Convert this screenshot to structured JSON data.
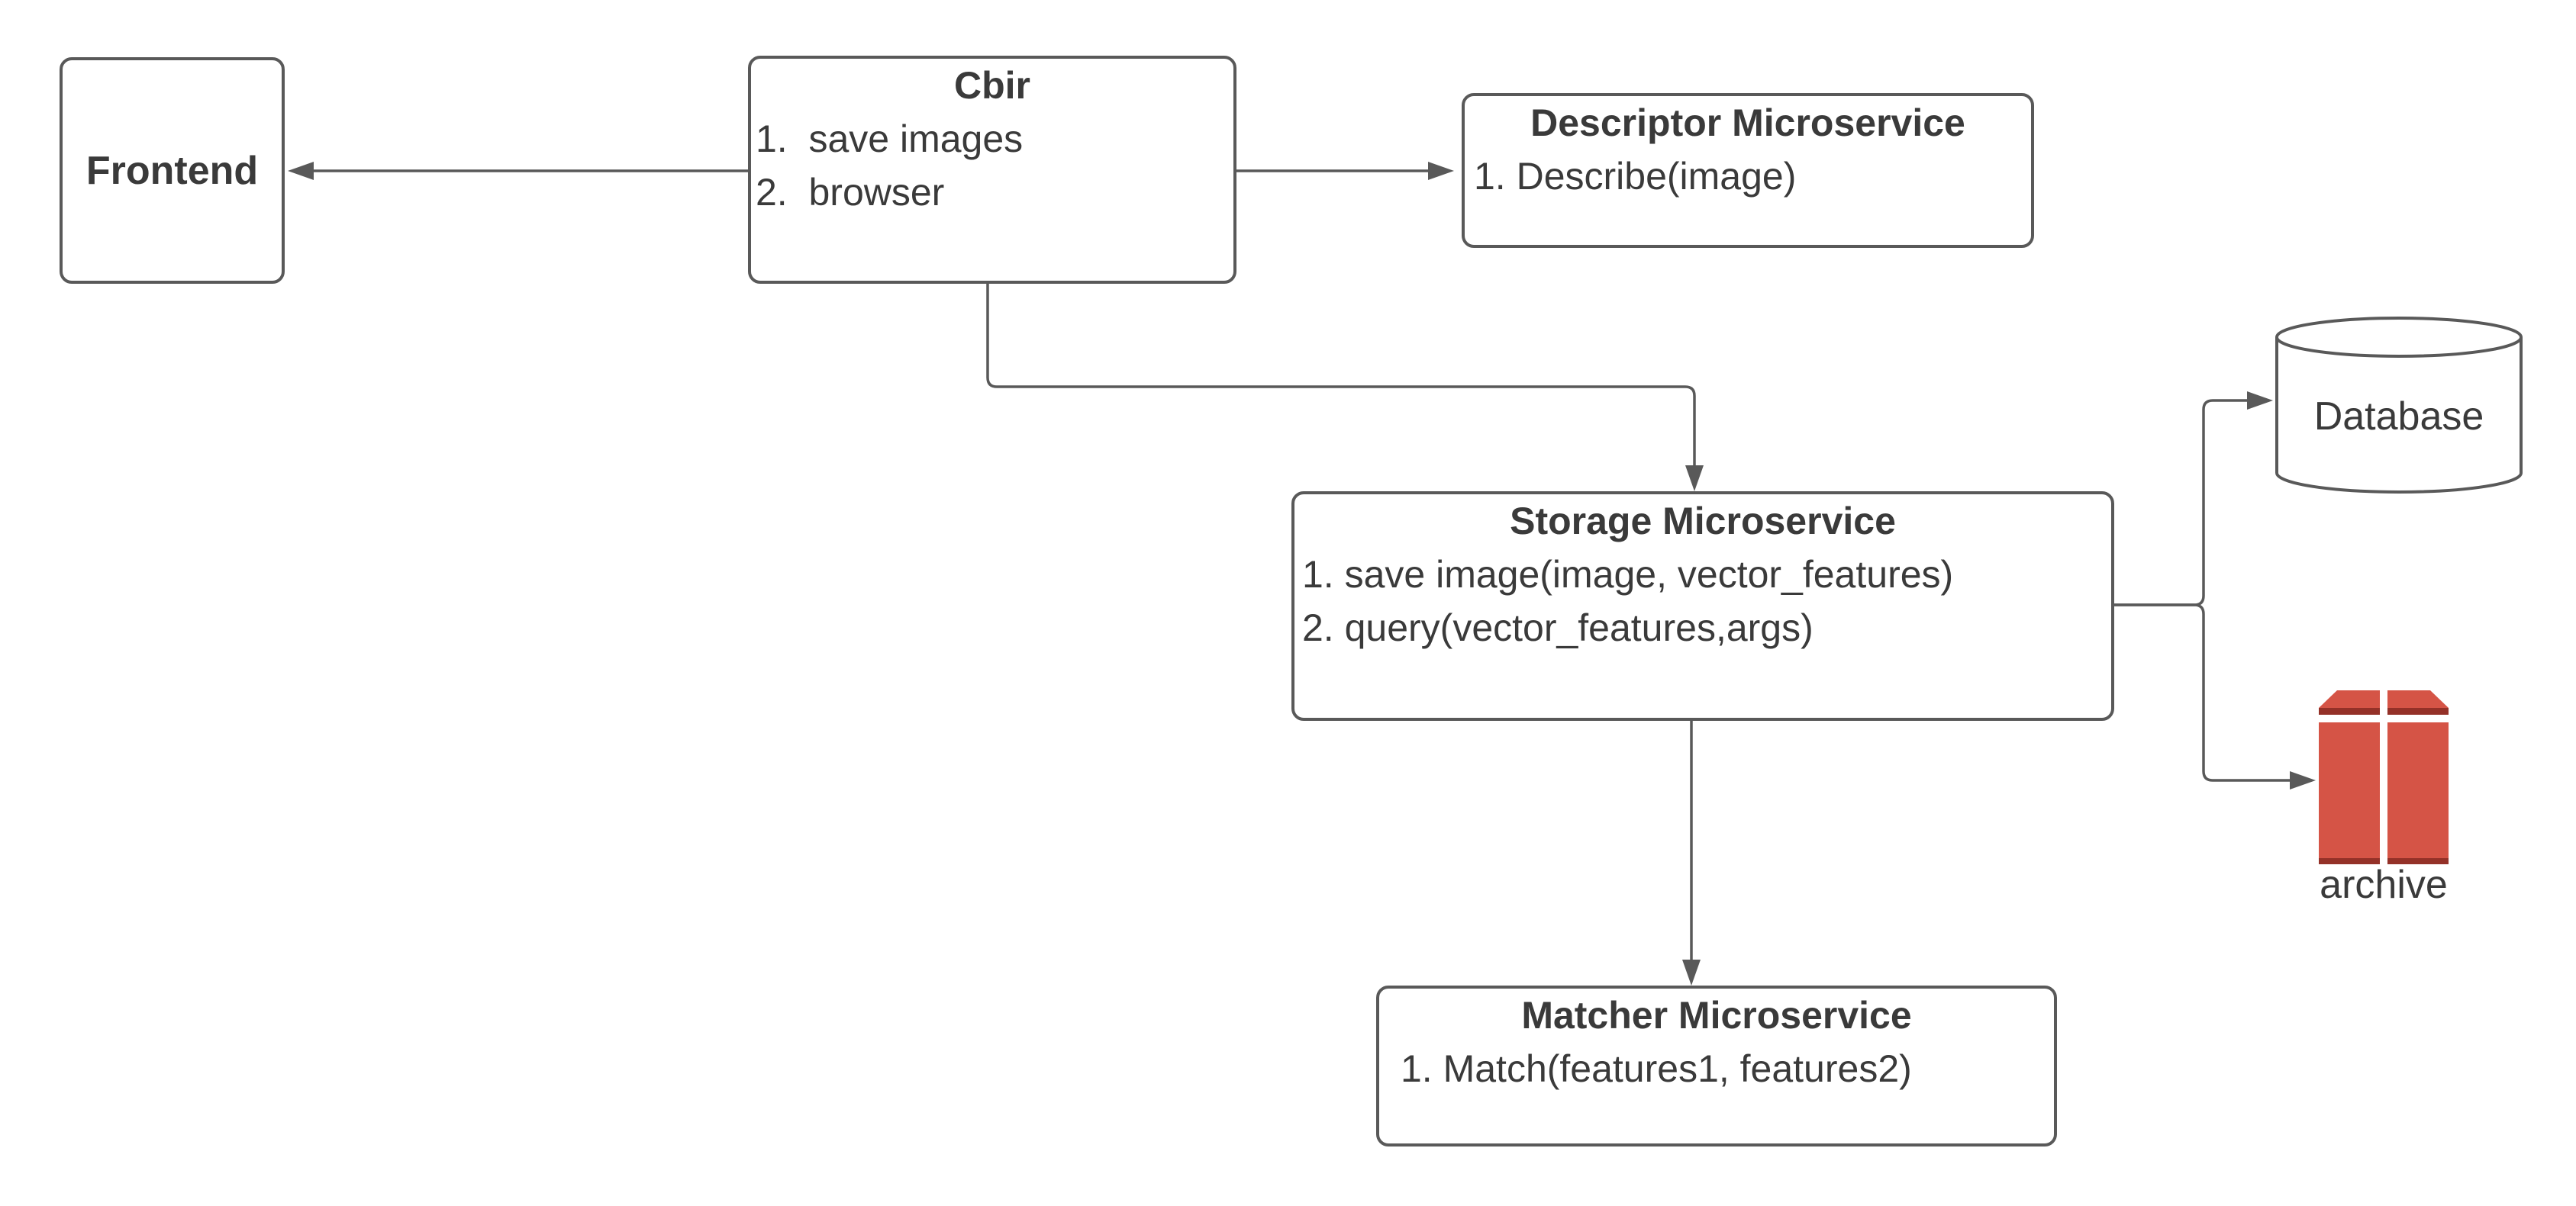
{
  "diagram": {
    "colors": {
      "stroke": "#595959",
      "text": "#3a3a3a",
      "archive_red": "#d55446",
      "archive_red_dark": "#943128",
      "background": "#ffffff"
    },
    "nodes": {
      "frontend": {
        "label": "Frontend"
      },
      "cbir": {
        "title": "Cbir",
        "items": [
          "1.  save images",
          "2.  browser"
        ]
      },
      "descriptor": {
        "title": "Descriptor Microservice",
        "items": [
          "1. Describe(image)"
        ]
      },
      "storage": {
        "title": "Storage Microservice",
        "items": [
          "1. save image(image, vector_features)",
          "2. query(vector_features,args)"
        ]
      },
      "matcher": {
        "title": "Matcher Microservice",
        "items": [
          "1. Match(features1, features2)"
        ]
      },
      "database": {
        "label": "Database"
      },
      "archive": {
        "label": "archive"
      }
    }
  }
}
